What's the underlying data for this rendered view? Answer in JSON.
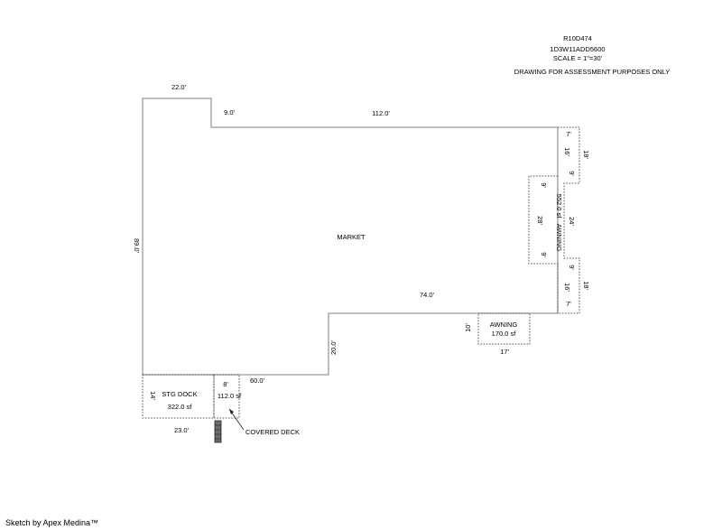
{
  "header": {
    "parcel_id": "R10D474",
    "account_id": "1D3W11ADD5600",
    "scale": "SCALE = 1\"=30'",
    "purpose_note": "DRAWING FOR ASSESSMENT PURPOSES ONLY"
  },
  "areas": {
    "market": "MARKET",
    "awning_right_name": "AWNING",
    "awning_right_area": "552.0 sf",
    "awning_bottom_name": "AWNING",
    "awning_bottom_area": "170.0 sf",
    "stg_dock_name": "STG DOCK",
    "stg_dock_area": "322.0 sf",
    "covered_deck_area": "112.0 sf",
    "covered_deck_callout": "COVERED DECK"
  },
  "dimensions": {
    "top_left": "22.0'",
    "top_step": "9.0'",
    "top_long": "112.0'",
    "left_side": "89.0'",
    "bottom_mid": "74.0'",
    "step_down": "20.0'",
    "bottom_short": "60.0'",
    "bottom_left": "23.0'",
    "dock_height": "14'",
    "deck_width": "8'",
    "awn_r_7_top": "7'",
    "awn_r_16_top": "16'",
    "awn_r_18_top": "18'",
    "awn_r_9_upper": "9'",
    "awn_r_9_left_upper": "9'",
    "awn_r_28": "28'",
    "awn_r_24": "24'",
    "awn_r_9_left_lower": "9'",
    "awn_r_9_lower": "9'",
    "awn_r_16_bottom": "16'",
    "awn_r_18_bottom": "18'",
    "awn_r_7_bottom": "7'",
    "awn_b_height": "10'",
    "awn_b_width": "17'"
  },
  "footer": {
    "credit": "Sketch by Apex Medina™"
  }
}
